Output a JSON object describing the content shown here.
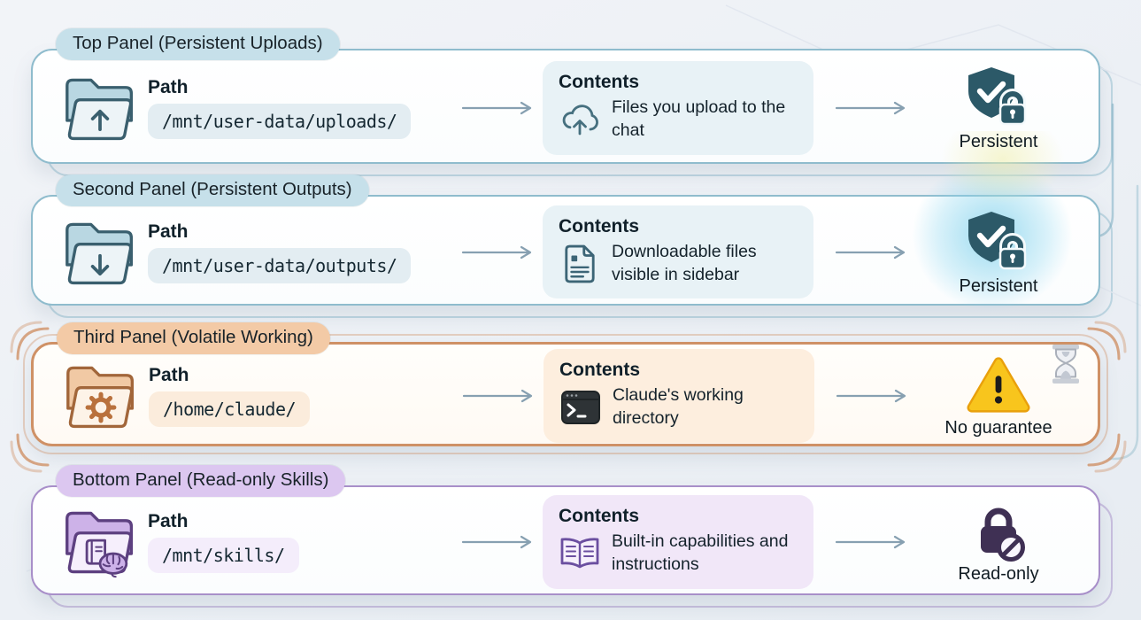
{
  "diagram": {
    "arrow_color": "#87a0b1",
    "panels": [
      {
        "title": "Top Panel (Persistent Uploads)",
        "path_label": "Path",
        "path_value": "/mnt/user-data/uploads/",
        "contents_label": "Contents",
        "contents_text": "Files you upload to the chat",
        "folder_icon": "folder-upload-icon",
        "contents_icon": "cloud-upload-icon",
        "status_icon": "shield-check-lock-icon",
        "status_label": "Persistent",
        "colors": {
          "accent": "#8fbccd",
          "badge_bg": "#c6e0ea",
          "path_bg": "#e3edf2",
          "box_bg": "#e8f2f6",
          "ink": "#3a5f6e",
          "folder_back": "#b9d7e2",
          "folder_front": "#edf4f7",
          "status_color": "#2c5968"
        }
      },
      {
        "title": "Second Panel (Persistent Outputs)",
        "path_label": "Path",
        "path_value": "/mnt/user-data/outputs/",
        "contents_label": "Contents",
        "contents_text": "Downloadable files visible in sidebar",
        "folder_icon": "folder-download-icon",
        "contents_icon": "document-icon",
        "status_icon": "shield-check-lock-icon",
        "status_label": "Persistent",
        "colors": {
          "accent": "#8fbccd",
          "badge_bg": "#c6e0ea",
          "path_bg": "#e3edf2",
          "box_bg": "#e8f2f6",
          "ink": "#3a5f6e",
          "folder_back": "#b9d7e2",
          "folder_front": "#edf4f7",
          "status_color": "#2c5968"
        }
      },
      {
        "title": "Third Panel (Volatile Working)",
        "path_label": "Path",
        "path_value": "/home/claude/",
        "contents_label": "Contents",
        "contents_text": "Claude's working directory",
        "folder_icon": "folder-gear-icon",
        "contents_icon": "terminal-icon",
        "status_icon": "warning-triangle-icon",
        "corner_icon": "hourglass-icon",
        "status_label": "No guarantee",
        "colors": {
          "accent": "#cf9166",
          "badge_bg": "#f3caa6",
          "path_bg": "#fbecdc",
          "box_bg": "#fdeede",
          "ink": "#a2663a",
          "folder_back": "#f1c9a4",
          "folder_front": "#fdf3e8",
          "status_color": "#f8c51d"
        }
      },
      {
        "title": "Bottom Panel (Read-only Skills)",
        "path_label": "Path",
        "path_value": "/mnt/skills/",
        "contents_label": "Contents",
        "contents_text": "Built-in capabilities and instructions",
        "folder_icon": "folder-skills-icon",
        "contents_icon": "open-book-icon",
        "status_icon": "lock-prohibited-icon",
        "status_label": "Read-only",
        "colors": {
          "accent": "#a88fc9",
          "badge_bg": "#dcc7f0",
          "path_bg": "#f4edfb",
          "box_bg": "#f1e7f8",
          "ink": "#5d4080",
          "folder_back": "#cdb2e8",
          "folder_front": "#f6effc",
          "status_color": "#3f3054"
        }
      }
    ]
  }
}
